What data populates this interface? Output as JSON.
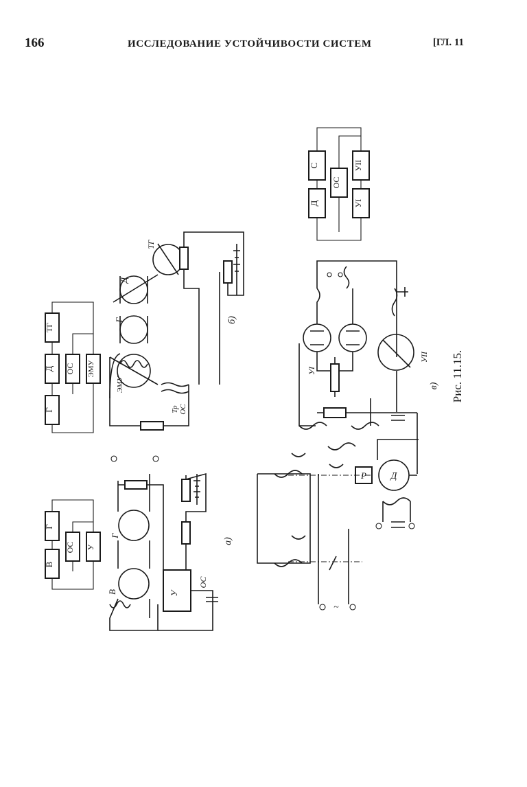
{
  "header": {
    "page_number": "166",
    "running_title": "ИССЛЕДОВАНИЕ УСТОЙЧИВОСТИ СИСТЕМ",
    "chapter": "[ГЛ. 11"
  },
  "figure": {
    "caption": "Рис. 11.15.",
    "panel_a": {
      "label": "а)",
      "block_labels": [
        "В",
        "Г",
        "ОС",
        "У"
      ],
      "element_labels": [
        "В",
        "Г",
        "У",
        "ОС"
      ]
    },
    "panel_b": {
      "label": "б)",
      "block_labels": [
        "Г",
        "Д",
        "ТГ",
        "ОС",
        "ЭМУ"
      ],
      "element_labels": [
        "Д",
        "Г",
        "ТГ",
        "ЭМУ",
        "Тр",
        "ОС"
      ]
    },
    "panel_c": {
      "label": "в)",
      "block_labels": [
        "Д",
        "С",
        "ОС",
        "УI",
        "УII"
      ],
      "element_labels": [
        "УI",
        "УII",
        "Р",
        "Д",
        "~"
      ]
    }
  }
}
